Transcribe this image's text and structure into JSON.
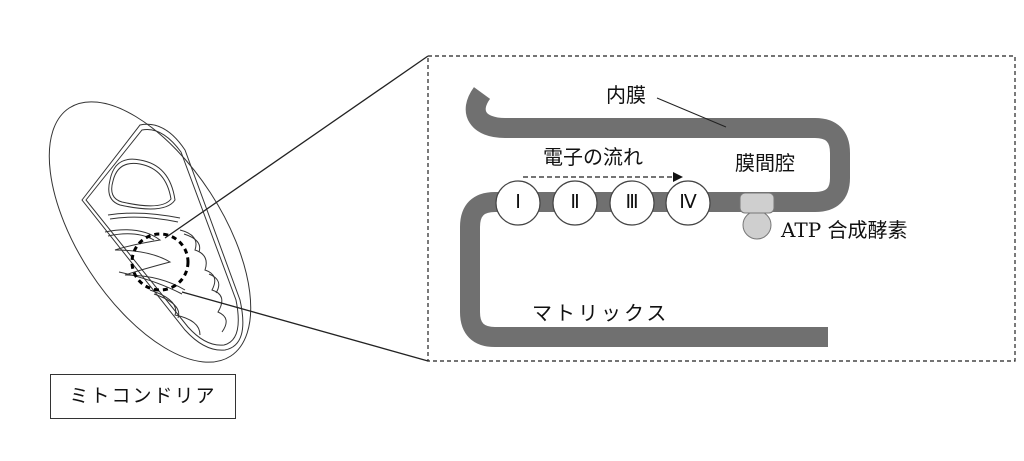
{
  "mitochondria_label": "ミトコンドリア",
  "inset": {
    "inner_membrane_label": "内膜",
    "electron_flow_label": "電子の流れ",
    "intermembrane_space_label": "膜間腔",
    "atp_synthase_label": "ATP 合成酵素",
    "matrix_label": "マトリックス",
    "complexes": [
      "Ⅰ",
      "Ⅱ",
      "Ⅲ",
      "Ⅳ"
    ]
  },
  "colors": {
    "membrane": "#707070",
    "atp_synthase": "#cfcfcf"
  }
}
